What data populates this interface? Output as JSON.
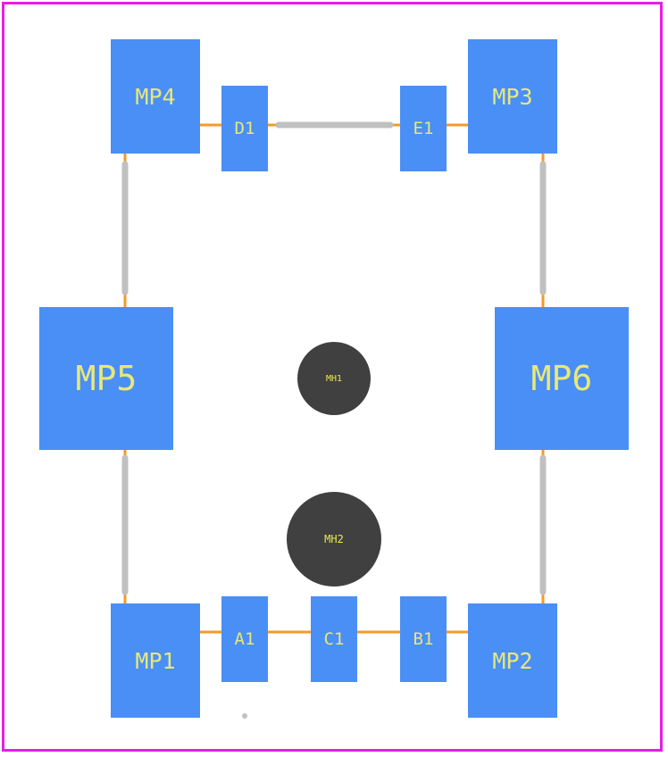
{
  "colors": {
    "pad": "#4a8ff5",
    "pad_text": "#e8e87a",
    "trace": "#f59a28",
    "link": "#c0c0c0",
    "outline": "#e61ee6",
    "hole": "#404040",
    "hole_text": "#e8e84a"
  },
  "pads": {
    "mp1": "MP1",
    "mp2": "MP2",
    "mp3": "MP3",
    "mp4": "MP4",
    "mp5": "MP5",
    "mp6": "MP6",
    "a1": "A1",
    "b1": "B1",
    "c1": "C1",
    "d1": "D1",
    "e1": "E1"
  },
  "holes": {
    "mh1": "MH1",
    "mh2": "MH2"
  }
}
